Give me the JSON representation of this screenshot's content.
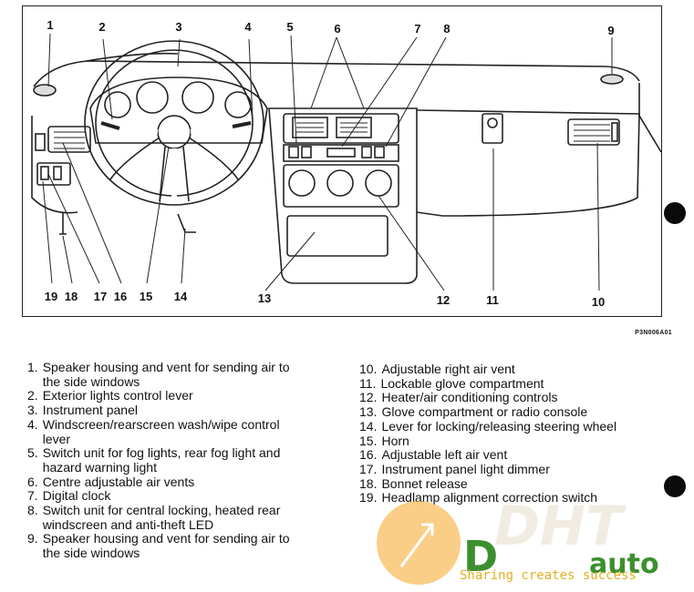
{
  "figure": {
    "code": "P3N006A01",
    "callouts": [
      {
        "n": "1"
      },
      {
        "n": "2"
      },
      {
        "n": "3"
      },
      {
        "n": "4"
      },
      {
        "n": "5"
      },
      {
        "n": "6"
      },
      {
        "n": "7"
      },
      {
        "n": "8"
      },
      {
        "n": "9"
      },
      {
        "n": "10"
      },
      {
        "n": "11"
      },
      {
        "n": "12"
      },
      {
        "n": "13"
      },
      {
        "n": "14"
      },
      {
        "n": "15"
      },
      {
        "n": "16"
      },
      {
        "n": "17"
      },
      {
        "n": "18"
      },
      {
        "n": "19"
      }
    ]
  },
  "legend_left": [
    {
      "num": "1.",
      "text": "Speaker housing and vent for sending air to the side windows"
    },
    {
      "num": "2.",
      "text": "Exterior lights control lever"
    },
    {
      "num": "3.",
      "text": "Instrument panel"
    },
    {
      "num": "4.",
      "text": "Windscreen/rearscreen wash/wipe control lever"
    },
    {
      "num": "5.",
      "text": "Switch unit for fog lights, rear fog light and hazard warning light"
    },
    {
      "num": "6.",
      "text": "Centre adjustable air vents"
    },
    {
      "num": "7.",
      "text": "Digital clock"
    },
    {
      "num": "8.",
      "text": "Switch unit for central locking, heated rear windscreen and anti-theft LED"
    },
    {
      "num": "9.",
      "text": "Speaker housing and vent for sending air to the side windows"
    }
  ],
  "legend_right": [
    {
      "num": "10.",
      "text": "Adjustable right air vent"
    },
    {
      "num": "11.",
      "text": "Lockable glove compartment"
    },
    {
      "num": "12.",
      "text": "Heater/air conditioning controls"
    },
    {
      "num": "13.",
      "text": "Glove compartment or radio console"
    },
    {
      "num": "14.",
      "text": "Lever for locking/releasing steering wheel"
    },
    {
      "num": "15.",
      "text": "Horn"
    },
    {
      "num": "16.",
      "text": "Adjustable left air vent"
    },
    {
      "num": "17.",
      "text": "Instrument panel light dimmer"
    },
    {
      "num": "18.",
      "text": "Bonnet release"
    },
    {
      "num": "19.",
      "text": "Headlamp alignment correction switch"
    }
  ],
  "watermark": {
    "brand_left": "D",
    "brand_right": "auto",
    "slogan": "Sharing creates success",
    "colors": {
      "orange": "#f5a623",
      "green": "#3c8f2e",
      "gold": "#e0b020"
    }
  }
}
